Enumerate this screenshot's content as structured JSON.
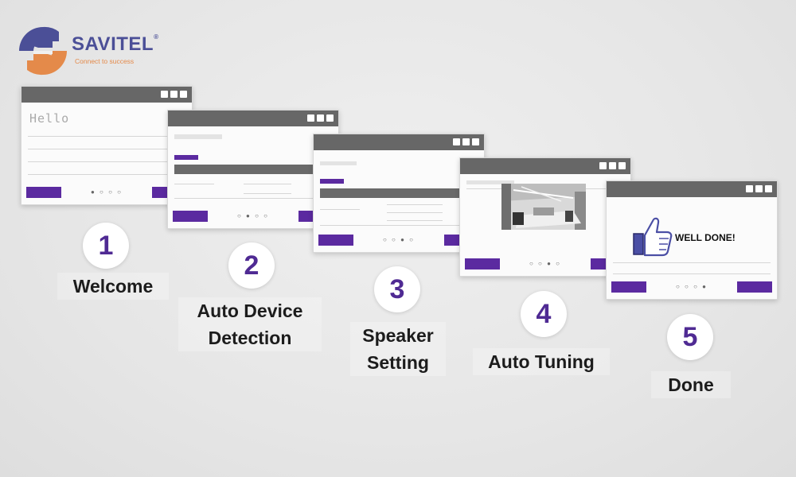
{
  "brand": {
    "name": "SAVITEL",
    "registered": "®",
    "tagline": "Connect to success"
  },
  "windows": {
    "welcome": {
      "hello_text": "Hello",
      "pager": "● ○ ○ ○"
    },
    "detection": {
      "pager": "○ ● ○ ○"
    },
    "speaker": {
      "pager": "○ ○ ● ○"
    },
    "tuning": {
      "pager": "○ ○ ● ○"
    },
    "done": {
      "message": "WELL DONE!",
      "pager": "○ ○ ○ ●"
    }
  },
  "steps": [
    {
      "number": "1",
      "label_line1": "Welcome",
      "label_line2": ""
    },
    {
      "number": "2",
      "label_line1": "Auto Device",
      "label_line2": "Detection"
    },
    {
      "number": "3",
      "label_line1": "Speaker",
      "label_line2": "Setting"
    },
    {
      "number": "4",
      "label_line1": "Auto Tuning",
      "label_line2": ""
    },
    {
      "number": "5",
      "label_line1": "Done",
      "label_line2": ""
    }
  ],
  "colors": {
    "accent": "#5b2aa0",
    "titlebar": "#676767",
    "logo_blue": "#4b4f97",
    "logo_orange": "#e48a4a"
  }
}
